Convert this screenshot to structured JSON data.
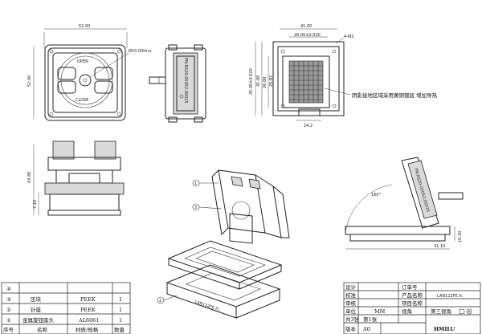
{
  "top_view": {
    "width_dim": "52.00",
    "height_dim": "52.00",
    "hole_note": "Ø10.00thru",
    "open_label": "OPEN",
    "close_label": "CLOSE"
  },
  "side_view": {
    "part_text": "PN:RS20-05052.00025"
  },
  "right_view": {
    "dim_41_top": "41.00",
    "dim_26": "26.00±0.020",
    "dim_m2": "4-M2",
    "dim_41_left": "41.00",
    "dim_45": "45.00±0.020",
    "dim_26_left": "26.00",
    "dim_25": "25.82",
    "dim_24": "24.2",
    "note": "阴影接地区域采用黄铜镀底 增加导热"
  },
  "front_view": {
    "dim_43": "43.80",
    "dim_7": "7.10"
  },
  "iso_view": {
    "callout_1": "1",
    "callout_2": "2",
    "callout_3": "3"
  },
  "open_view": {
    "angle": "160°",
    "dim_10": "10.30",
    "dim_31": "31.10"
  },
  "bom": {
    "rows": [
      {
        "no": "④",
        "name": "",
        "material": "",
        "qty": ""
      },
      {
        "no": "③",
        "name": "压块",
        "material": "PEEK",
        "qty": "1"
      },
      {
        "no": "②",
        "name": "针座",
        "material": "PEEK",
        "qty": "1"
      },
      {
        "no": "①",
        "name": "金属旋钮座头",
        "material": "AL6061",
        "qty": "1"
      }
    ],
    "header": {
      "no": "序号",
      "name": "名称",
      "material": "材质/规格",
      "qty": "数量"
    }
  },
  "title_block": {
    "design": "设计",
    "check": "校准",
    "audit": "审核",
    "unit_label": "单位",
    "unit": "MM",
    "scale_label": "视角",
    "sheets": "共3张",
    "sheet_no": "第1张",
    "version_label": "版本",
    "version": "A0",
    "order_label": "订单号",
    "product_label": "产品名称",
    "product_code": "LAN122FE.fc",
    "project_label": "项目名称",
    "view_label": "第三视角",
    "company": "HMILU"
  }
}
